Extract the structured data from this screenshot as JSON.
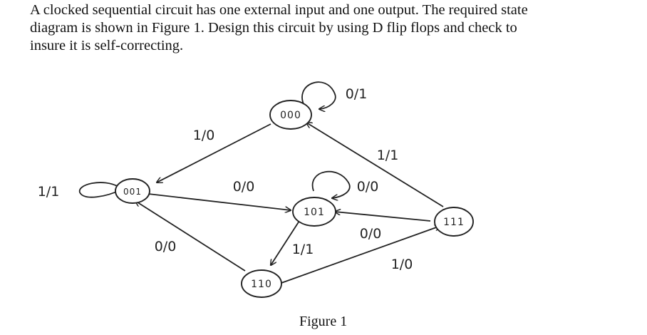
{
  "problem": {
    "lines": [
      "A clocked sequential circuit has one external input and one output. The required state",
      "diagram is shown in Figure 1. Design this circuit by using D flip flops and check to",
      "insure it is self-correcting."
    ]
  },
  "diagram": {
    "states": [
      {
        "id": "s000",
        "label": "000"
      },
      {
        "id": "s001",
        "label": "001"
      },
      {
        "id": "s101",
        "label": "101"
      },
      {
        "id": "s110",
        "label": "110"
      },
      {
        "id": "s111",
        "label": "111"
      }
    ],
    "transitions": [
      {
        "from": "000",
        "to": "000",
        "label": "0/1"
      },
      {
        "from": "000",
        "to": "001",
        "label": "1/0"
      },
      {
        "from": "001",
        "to": "001",
        "label": "1/1"
      },
      {
        "from": "001",
        "to": "101",
        "label": "0/0"
      },
      {
        "from": "101",
        "to": "101",
        "label": "0/0"
      },
      {
        "from": "101",
        "to": "110",
        "label": "1/1"
      },
      {
        "from": "110",
        "to": "001",
        "label": "0/0"
      },
      {
        "from": "110",
        "to": "111",
        "label": "1/0"
      },
      {
        "from": "111",
        "to": "101",
        "label": "0/0"
      },
      {
        "from": "111",
        "to": "000",
        "label": "1/1"
      }
    ]
  },
  "figure": {
    "caption": "Figure 1"
  }
}
